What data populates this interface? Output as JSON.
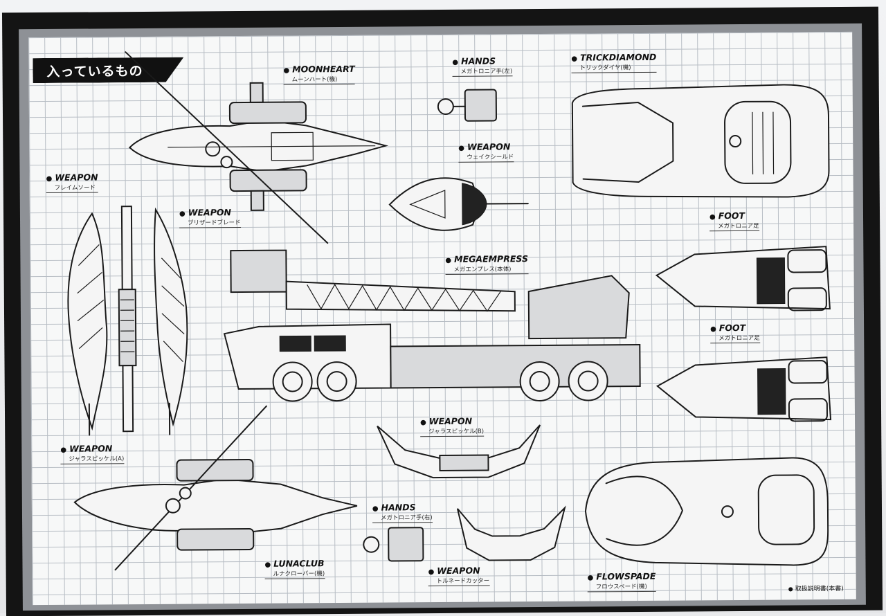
{
  "header": {
    "title": "入っているもの"
  },
  "labels": {
    "moonheart": {
      "name": "MOONHEART",
      "sub": "ムーンハート(機)"
    },
    "hands_top": {
      "name": "HANDS",
      "sub": "メガトロニア手(左)"
    },
    "trickdiamond": {
      "name": "TRICKDIAMOND",
      "sub": "トリックダイヤ(機)"
    },
    "weapon_shield": {
      "name": "WEAPON",
      "sub": "ウェイクシールド"
    },
    "weapon_flame": {
      "name": "WEAPON",
      "sub": "フレイムソード"
    },
    "weapon_blizzard": {
      "name": "WEAPON",
      "sub": "ブリザードブレード"
    },
    "megaempress": {
      "name": "MEGAEMPRESS",
      "sub": "メガエンプレス(本体)"
    },
    "foot_top": {
      "name": "FOOT",
      "sub": "メガトロニア足"
    },
    "foot_bottom": {
      "name": "FOOT",
      "sub": "メガトロニア足"
    },
    "weapon_jaws_mid": {
      "name": "WEAPON",
      "sub": "ジャラスピッケル(B)"
    },
    "weapon_jaws_left": {
      "name": "WEAPON",
      "sub": "ジャラスピッケル(A)"
    },
    "hands_bottom": {
      "name": "HANDS",
      "sub": "メガトロニア手(右)"
    },
    "lunaclub": {
      "name": "LUNACLUB",
      "sub": "ルナクローバー(機)"
    },
    "weapon_tornado": {
      "name": "WEAPON",
      "sub": "トルネードカッター"
    },
    "flowspade": {
      "name": "FLOWSPADE",
      "sub": "フロウスペード(機)"
    }
  },
  "footnote": "取扱説明書(本書)",
  "icons": [
    "bullet-dot-icon"
  ]
}
